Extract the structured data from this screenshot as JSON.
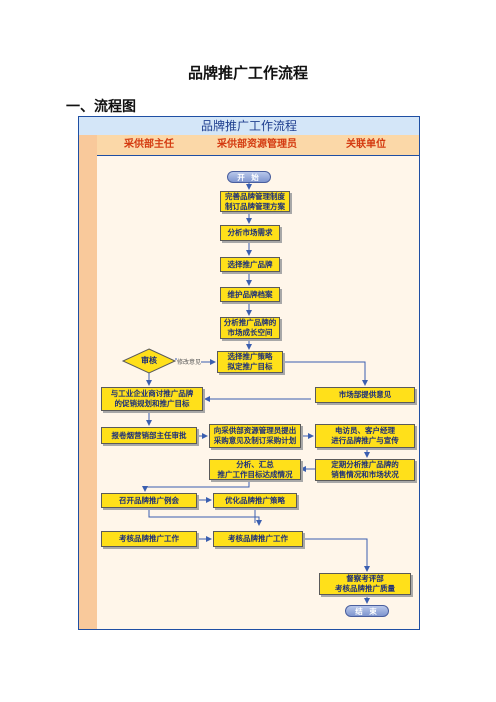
{
  "doc_title": "品牌推广工作流程",
  "section_title": "一、流程图",
  "flow": {
    "title": "品牌推广工作流程",
    "lanes": [
      "采供部主任",
      "采供部资源管理员",
      "关联单位"
    ],
    "start": "开 始",
    "end": "结 束",
    "decision": "审核",
    "edge_label": "修改意见",
    "steps": {
      "s1": "完善品牌管理制度\n制订品牌管理方案",
      "s2": "分析市场需求",
      "s3": "选择推广品牌",
      "s4": "维护品牌档案",
      "s5": "分析推广品牌的\n市场成长空间",
      "s6": "选择推广策略\n拟定推广目标",
      "d1": "与工业企业商讨推广品牌\n的促销规划和推广目标",
      "r1": "市场部提供意见",
      "d2": "报卷烟营销部主任审批",
      "m1": "向采供部资源管理员提出\n采购意见及制订采购计划",
      "r2": "电访员、客户经理\n进行品牌推广与宣传",
      "m2": "分析、汇总\n推广工作目标达成情况",
      "r3": "定期分析推广品牌的\n销售情况和市场状况",
      "d3": "召开品牌推广例会",
      "m3": "优化品牌推广策略",
      "d4": "考核品牌推广工作",
      "m4": "考核品牌推广工作",
      "r4": "督察考评部\n考核品牌推广质量"
    }
  }
}
